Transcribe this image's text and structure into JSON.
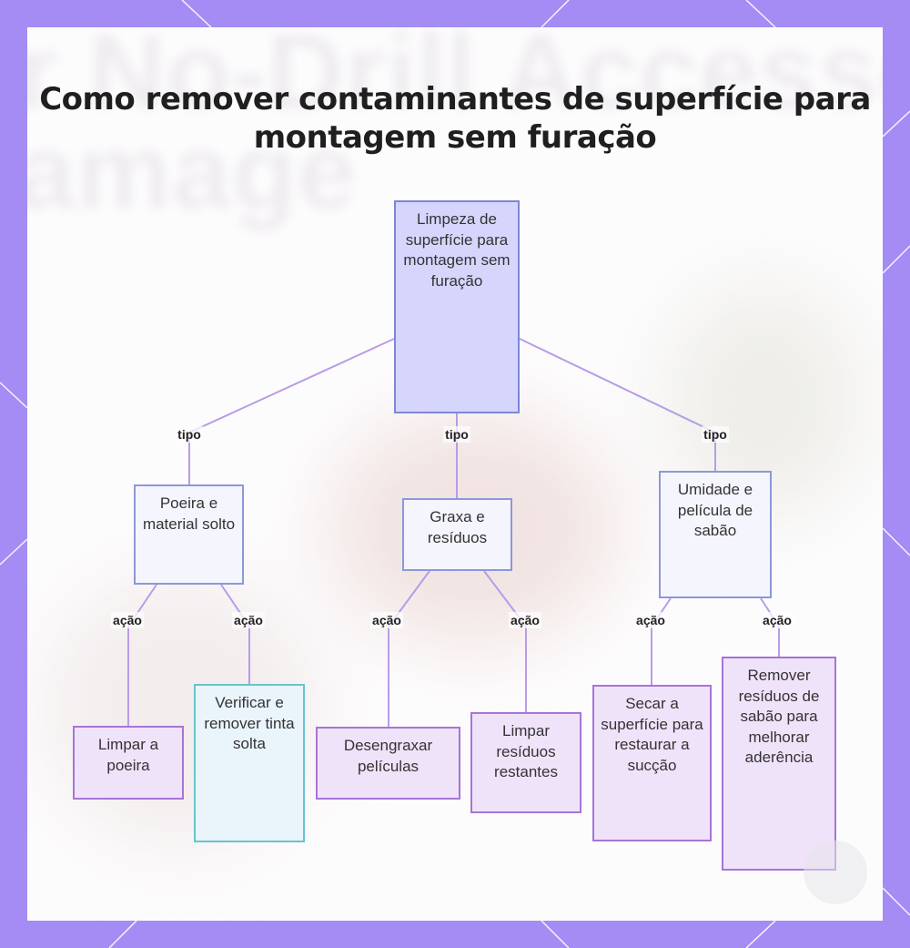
{
  "title": "Como remover contaminantes de superfície para montagem sem furação",
  "background_watermark": [
    "r No-Drill Accesso",
    "amage"
  ],
  "colors": {
    "frame": "#a48cf4",
    "root_fill": "#d6d6fd",
    "type_fill": "#f5f5fe",
    "action_fill": "#efe3fa",
    "teal_fill": "#e9f4fb",
    "edge": "#b89ce8"
  },
  "diagram": {
    "root": {
      "label": "Limpeza de superfície para montagem sem furação"
    },
    "edge_label_type": "tipo",
    "edge_label_action": "ação",
    "branches": [
      {
        "label": "Poeira e material solto",
        "actions": [
          "Limpar a poeira",
          "Verificar e remover tinta solta"
        ]
      },
      {
        "label": "Graxa e resíduos",
        "actions": [
          "Desengraxar películas",
          "Limpar resíduos restantes"
        ]
      },
      {
        "label": "Umidade e película de sabão",
        "actions": [
          "Secar a superfície para restaurar a sucção",
          "Remover resíduos de sabão para melhorar aderência"
        ]
      }
    ]
  }
}
